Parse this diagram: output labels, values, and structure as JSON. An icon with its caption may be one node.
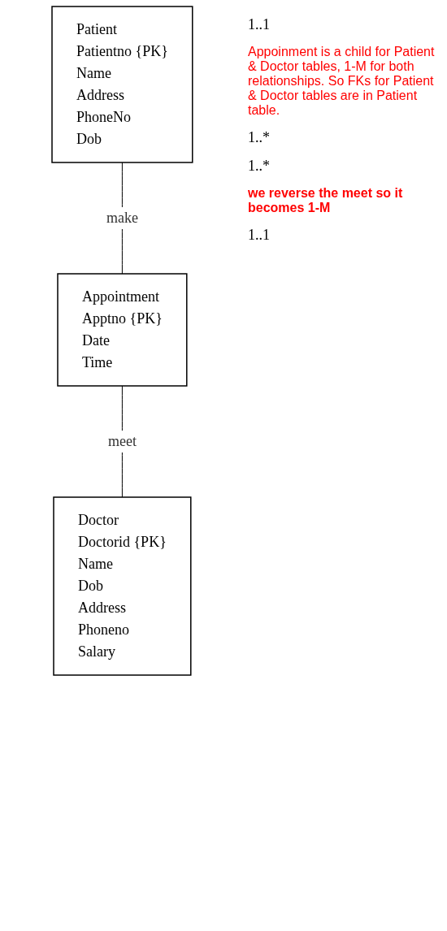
{
  "diagram": {
    "nodes": [
      {
        "text": [
          "Patient",
          "Patientno {PK}",
          "Name",
          "Address",
          "PhoneNo",
          "Dob"
        ]
      },
      {
        "text": [
          "Appointment",
          "Apptno {PK}",
          "Date",
          "Time"
        ]
      },
      {
        "text": [
          "Doctor",
          "Doctorid {PK}",
          "Name",
          "Dob",
          "Address",
          "Phoneno",
          "Salary"
        ]
      }
    ],
    "edges": [
      {
        "from": 0,
        "to": 1,
        "arrow": "none",
        "label": "make"
      },
      {
        "from": 1,
        "to": 2,
        "arrow": "none",
        "label": "meet"
      }
    ],
    "labels": [
      "1..1",
      "Appoinment is a child for Patient & Doctor tables, 1-M for both relationships. So FKs for Patient & Doctor tables are in Patient table.",
      "1..*",
      "1..*",
      "we reverse the meet so it becomes 1-M",
      "1..1"
    ]
  }
}
